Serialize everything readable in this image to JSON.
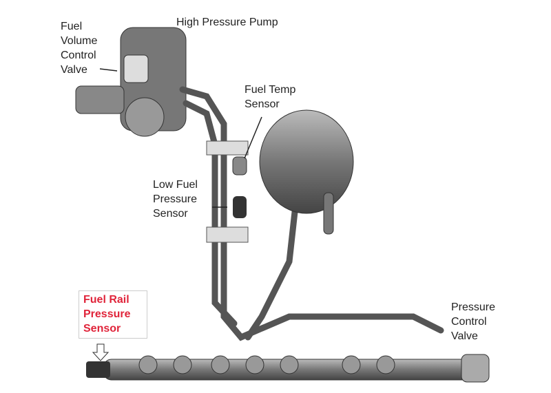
{
  "labels": {
    "fuel_volume_control_valve": "Fuel\nVolume\nControl\nValve",
    "high_pressure_pump": "High Pressure Pump",
    "fuel_temp_sensor": "Fuel Temp\nSensor",
    "low_fuel_pressure_sensor": "Low Fuel\nPressure\nSensor",
    "fuel_rail_pressure_sensor": "Fuel Rail\nPressure\nSensor",
    "pressure_control_valve": "Pressure\nControl\nValve"
  },
  "colors": {
    "highlight": "#e0243a",
    "part": "#6b6b6b"
  }
}
